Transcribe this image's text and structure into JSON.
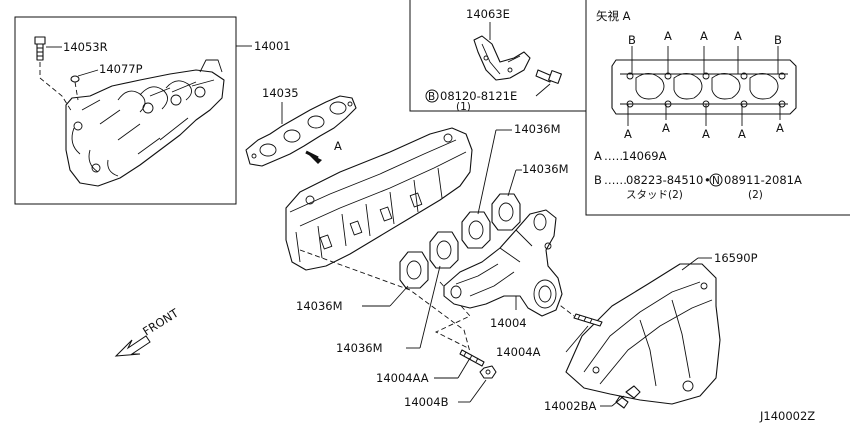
{
  "parts": {
    "p14053R": "14053R",
    "p14077P": "14077P",
    "p14001": "14001",
    "p14035": "14035",
    "p14063E": "14063E",
    "bolt_08120": "08120-8121E",
    "bolt_08120_qty": "(1)",
    "circle_b": "B",
    "p14036M_a": "14036M",
    "p14036M_b": "14036M",
    "p14036M_c": "14036M",
    "p14036M_d": "14036M",
    "p16590P": "16590P",
    "p14004": "14004",
    "p14004A": "14004A",
    "p14004AA": "14004AA",
    "p14004B": "14004B",
    "p14002BA": "14002BA",
    "view_a_marker": "A",
    "front": "FRONT",
    "diagram_id": "J140002Z"
  },
  "view_a": {
    "title": "矢視 A",
    "top_labels": [
      "B",
      "A",
      "A",
      "A",
      "B"
    ],
    "bottom_labels": [
      "A",
      "A",
      "A",
      "A",
      "A"
    ],
    "legend_a_key": "A",
    "legend_a_dots": "……",
    "legend_a_value": "14069A",
    "legend_b_key": "B",
    "legend_b_dots": "……",
    "legend_b_value": "08223-84510",
    "legend_b_sep": "•",
    "legend_n": "N",
    "legend_b_value2": "08911-2081A",
    "stud_label": "スタッド(2)",
    "qty2": "(2)"
  }
}
